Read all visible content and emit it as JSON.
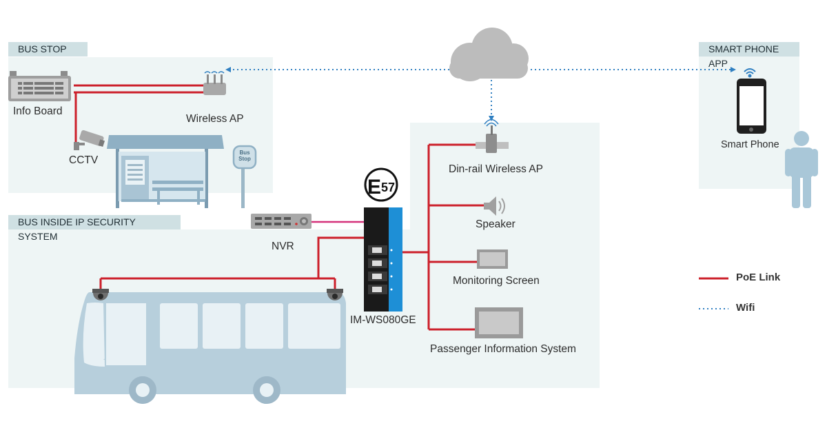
{
  "zones": {
    "bus_stop": "BUS STOP",
    "smart_phone_app": "SMART PHONE APP",
    "bus_inside": "BUS INSIDE IP SECURITY SYSTEM"
  },
  "devices": {
    "info_board": "Info Board",
    "wireless_ap": "Wireless AP",
    "cctv": "CCTV",
    "smart_phone": "Smart Phone",
    "din_rail_ap": "Din-rail Wireless AP",
    "speaker": "Speaker",
    "nvr": "NVR",
    "monitoring_screen": "Monitoring Screen",
    "switch_model": "IM-WS080GE",
    "pis": "Passenger Information System"
  },
  "badges": {
    "e_mark_letter": "E",
    "e_mark_number": "57",
    "bus_stop_sign": "Bus Stop"
  },
  "legend": {
    "poe_link": "PoE Link",
    "wifi": "Wifi"
  },
  "colors": {
    "poe_link": "#cc1f2a",
    "wifi": "#2f7fc1",
    "panel_bg": "#eef5f5",
    "tag_bg": "#cfe0e3",
    "bus_fill": "#b7cfdc",
    "switch_blue": "#1e8fd6"
  }
}
